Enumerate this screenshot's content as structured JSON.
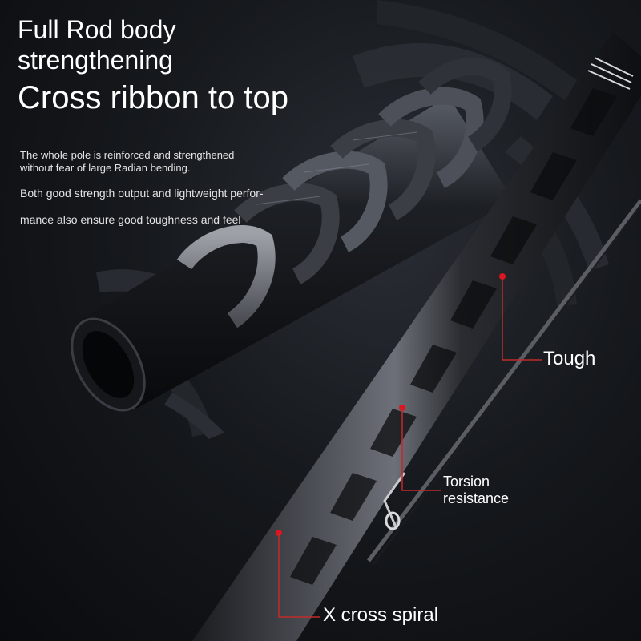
{
  "headline": {
    "line1": "Full Rod body",
    "line2": "strengthening",
    "line3": "Cross ribbon to top"
  },
  "description": {
    "line1": "The whole pole is reinforced and strengthened",
    "line2": "without fear of large Radian bending.",
    "line3": "Both good strength output and lightweight perfor-",
    "line4": "mance also ensure good toughness and feel"
  },
  "callouts": {
    "tough": "Tough",
    "torsion_line1": "Torsion",
    "torsion_line2": "resistance",
    "x_cross": "X cross spiral"
  },
  "colors": {
    "background": "#0d0f12",
    "text": "#ffffff",
    "marker_red": "#e0141e",
    "leader_line": "#c22a2a"
  },
  "icons": [
    "rod-blank-illustration",
    "carbon-ribbon-wrap-illustration",
    "line-guide-icon"
  ]
}
